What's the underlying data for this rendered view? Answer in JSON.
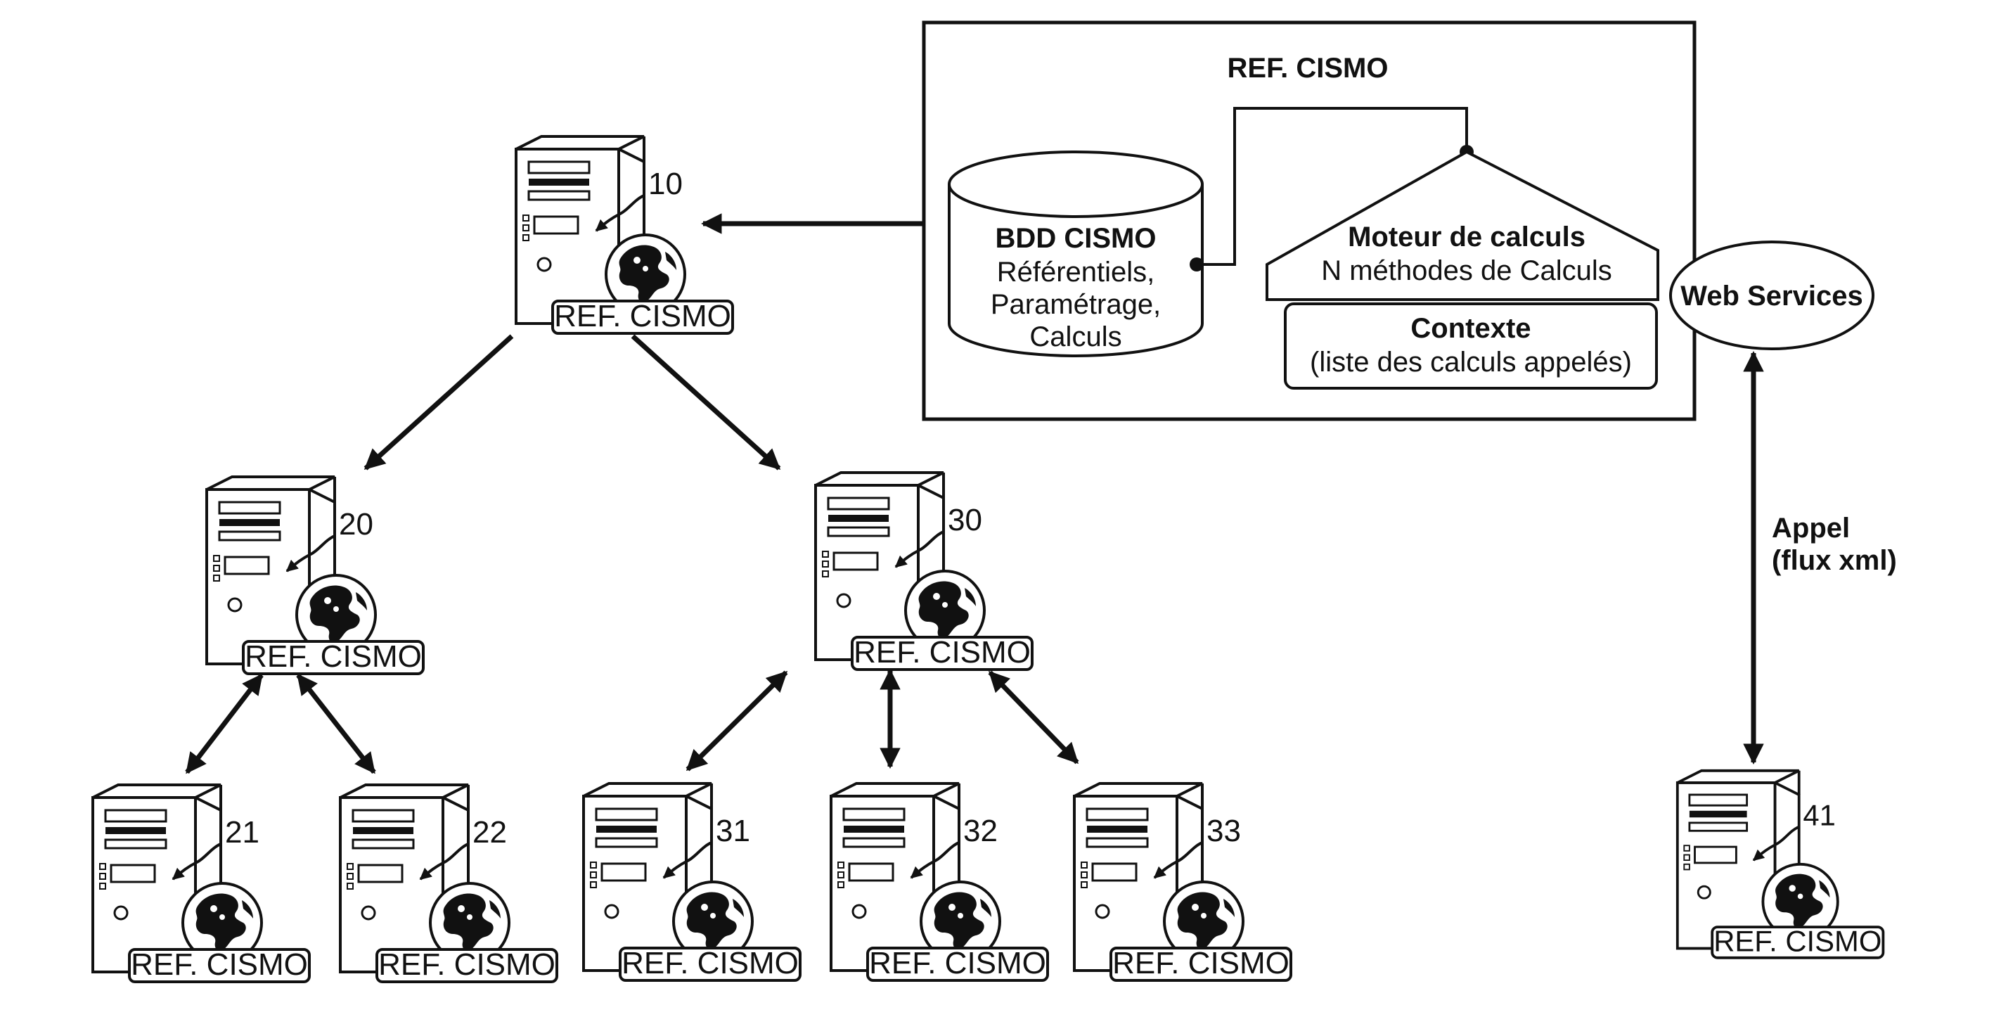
{
  "system_box": {
    "title": "REF. CISMO",
    "database": {
      "name": "BDD CISMO",
      "lines": [
        "Référentiels,",
        "Paramétrage,",
        "Calculs"
      ]
    },
    "engine": {
      "title": "Moteur de calculs",
      "subtitle": "N méthodes de Calculs"
    },
    "context": {
      "title": "Contexte",
      "subtitle": "(liste des calculs appelés)"
    },
    "web_services": "Web Services"
  },
  "call_label": [
    "Appel",
    "(flux xml)"
  ],
  "servers": [
    {
      "id": "10",
      "ref": "REF. CISMO"
    },
    {
      "id": "20",
      "ref": "REF. CISMO"
    },
    {
      "id": "30",
      "ref": "REF. CISMO"
    },
    {
      "id": "21",
      "ref": "REF. CISMO"
    },
    {
      "id": "22",
      "ref": "REF. CISMO"
    },
    {
      "id": "31",
      "ref": "REF. CISMO"
    },
    {
      "id": "32",
      "ref": "REF. CISMO"
    },
    {
      "id": "33",
      "ref": "REF. CISMO"
    },
    {
      "id": "41",
      "ref": "REF. CISMO"
    }
  ]
}
